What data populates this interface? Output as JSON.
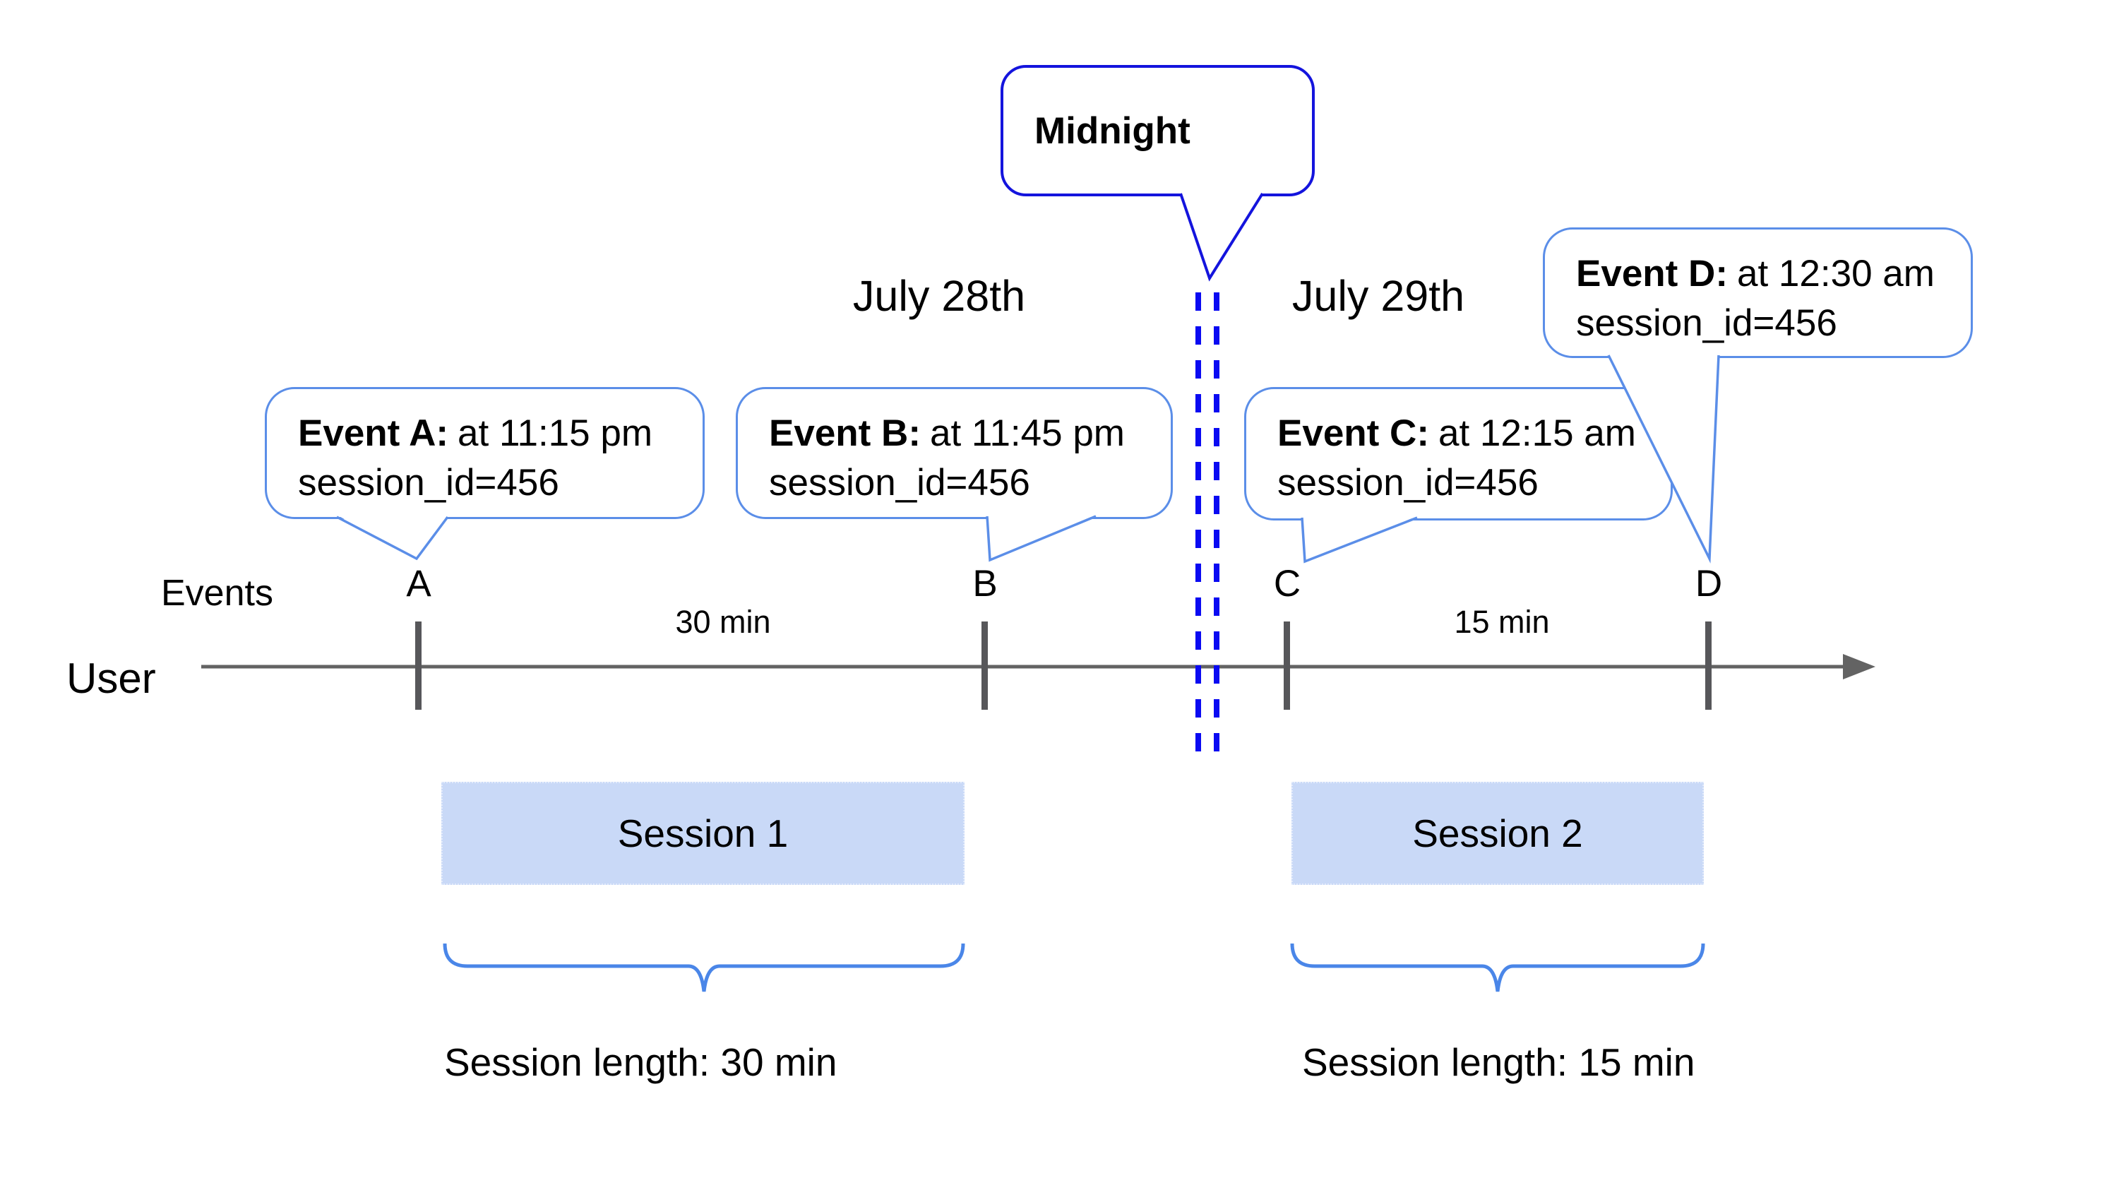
{
  "dates": {
    "left": "July 28th",
    "right": "July 29th"
  },
  "midnight": {
    "label": "Midnight"
  },
  "events": [
    {
      "label": "A",
      "title": "Event A:",
      "time": "at 11:15 pm",
      "session": "session_id=456"
    },
    {
      "label": "B",
      "title": "Event B:",
      "time": "at 11:45 pm",
      "session": "session_id=456"
    },
    {
      "label": "C",
      "title": "Event C:",
      "time": "at 12:15 am",
      "session": "session_id=456"
    },
    {
      "label": "D",
      "title": "Event D:",
      "time": "at 12:30 am",
      "session": "session_id=456"
    }
  ],
  "axis": {
    "events_label": "Events",
    "user_label": "User",
    "gap_labels": [
      "30 min",
      "15 min"
    ]
  },
  "sessions": [
    {
      "name": "Session 1",
      "length_label": "Session length: 30 min"
    },
    {
      "name": "Session 2",
      "length_label": "Session length: 15 min"
    }
  ],
  "colors": {
    "event_bubble_border": "#5b8ee8",
    "midnight_bubble_border": "#1414dd",
    "midnight_dash": "#0a0af2",
    "brace": "#4a86e8",
    "session_fill": "#c9d9f7",
    "axis_gray": "#636363"
  }
}
